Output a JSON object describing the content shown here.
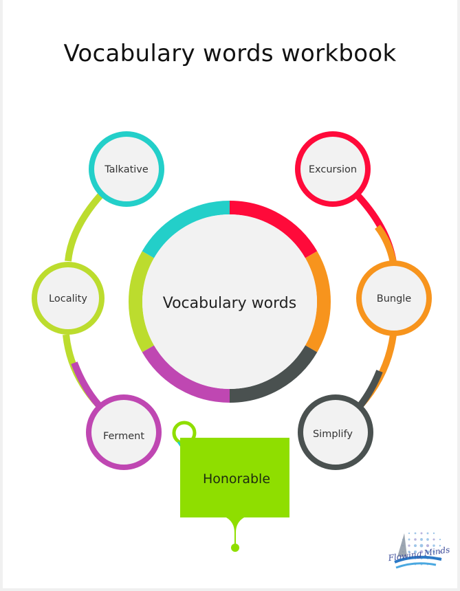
{
  "title": "Vocabulary words workbook",
  "center": {
    "label": "Vocabulary words",
    "ring_colors": [
      "#ff0a3a",
      "#f7941d",
      "#4a5150",
      "#bf47b2",
      "#bcdc2e",
      "#23cfc9"
    ]
  },
  "left_nodes": [
    {
      "label": "Talkative",
      "color": "#23cfc9"
    },
    {
      "label": "Locality",
      "color": "#bcdc2e"
    },
    {
      "label": "Ferment",
      "color": "#bf47b2"
    }
  ],
  "right_nodes": [
    {
      "label": "Excursion",
      "color": "#ff0a3a"
    },
    {
      "label": "Bungle",
      "color": "#f7941d"
    },
    {
      "label": "Simplify",
      "color": "#4a5150"
    }
  ],
  "callout": {
    "label": "Honorable",
    "color": "#8fde00"
  },
  "logo": {
    "text": "Flowing Minds",
    "icon": "flowing-minds-logo"
  }
}
